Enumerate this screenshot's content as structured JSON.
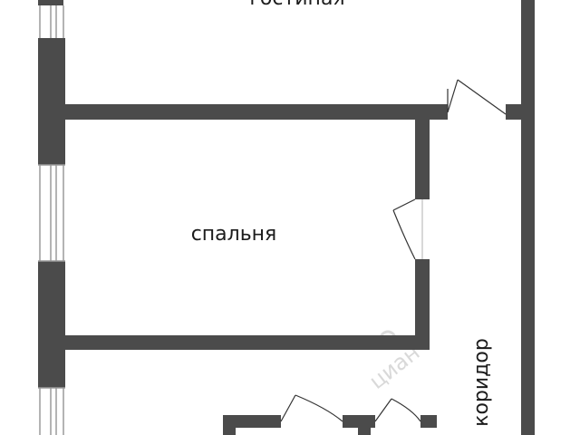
{
  "rooms": {
    "living_room": "гостиная",
    "bedroom": "спальня",
    "corridor": "коридор"
  },
  "watermark": "циан",
  "colors": {
    "wall": "#4b4b4b",
    "window_frame": "#9a9a9a",
    "door": "#333333",
    "background": "#ffffff"
  }
}
